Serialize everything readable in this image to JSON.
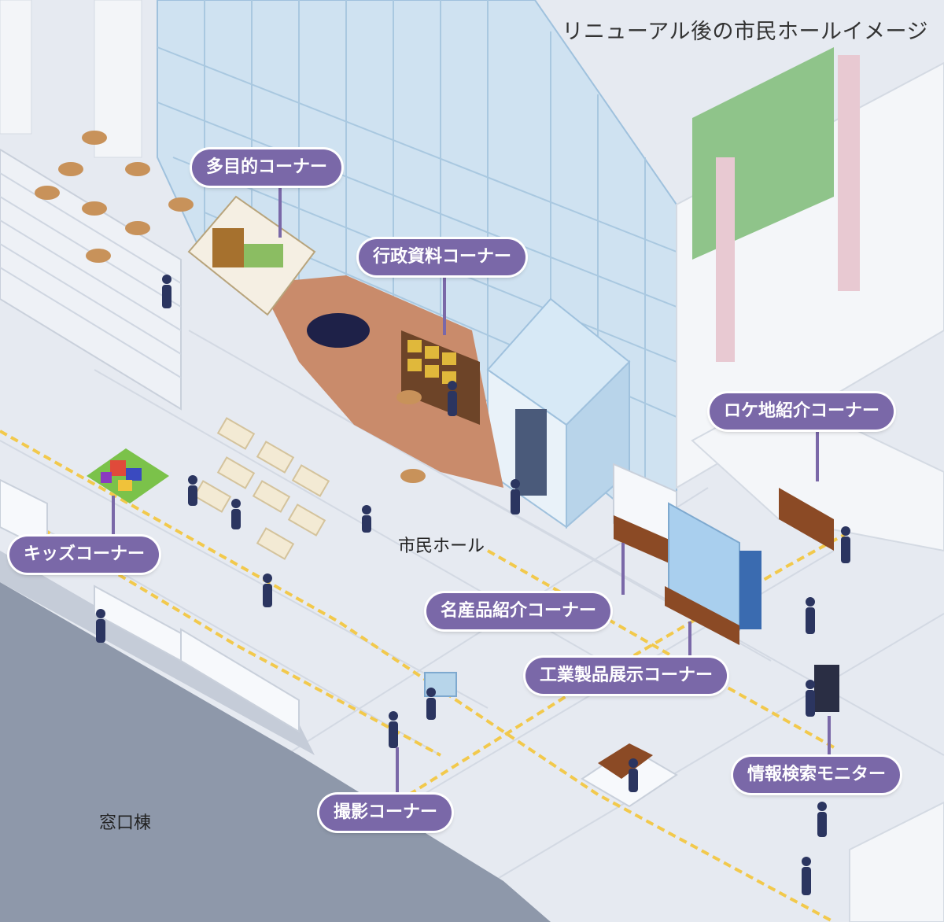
{
  "title": "リニューアル後の市民ホールイメージ",
  "labels": {
    "multipurpose": "多目的コーナー",
    "admin_docs": "行政資料コーナー",
    "location": "ロケ地紹介コーナー",
    "kids": "キッズコーナー",
    "specialty": "名産品紹介コーナー",
    "industrial": "工業製品展示コーナー",
    "info_monitor": "情報検索モニター",
    "photo": "撮影コーナー"
  },
  "places": {
    "hall": "市民ホール",
    "window_building": "窓口棟"
  },
  "colors": {
    "label_bg": "#7a68a8",
    "floor": "#e3e7ee",
    "glass": "#bcd7ec",
    "path_line": "#f2c94c",
    "window_building": "#8e98aa"
  }
}
